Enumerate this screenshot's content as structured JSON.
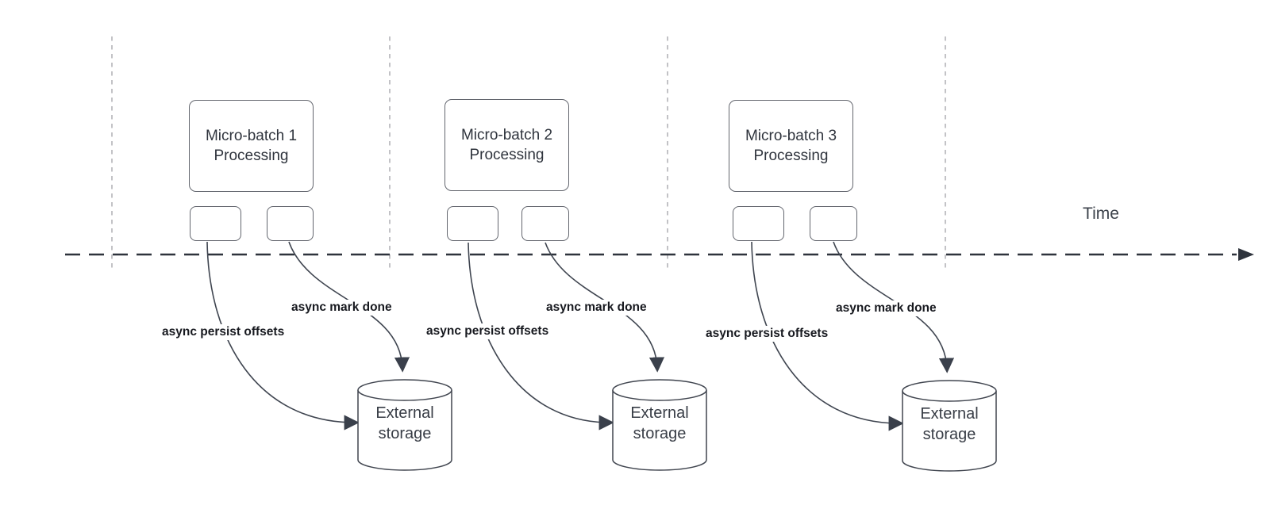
{
  "timeline": {
    "label": "Time"
  },
  "groups": [
    {
      "box_label": "Micro-batch 1\nProcessing",
      "persist_label": "async persist offsets",
      "done_label": "async mark done",
      "storage_label": "External\nstorage"
    },
    {
      "box_label": "Micro-batch 2\nProcessing",
      "persist_label": "async persist offsets",
      "done_label": "async mark done",
      "storage_label": "External\nstorage"
    },
    {
      "box_label": "Micro-batch 3\nProcessing",
      "persist_label": "async persist offsets",
      "done_label": "async mark done",
      "storage_label": "External\nstorage"
    }
  ],
  "colors": {
    "line": "#3d434d",
    "guide_dash": "#b4b4b8",
    "box_border": "#63666e",
    "text": "#2f343d",
    "bold_label": "#17191f",
    "background": "#ffffff"
  }
}
